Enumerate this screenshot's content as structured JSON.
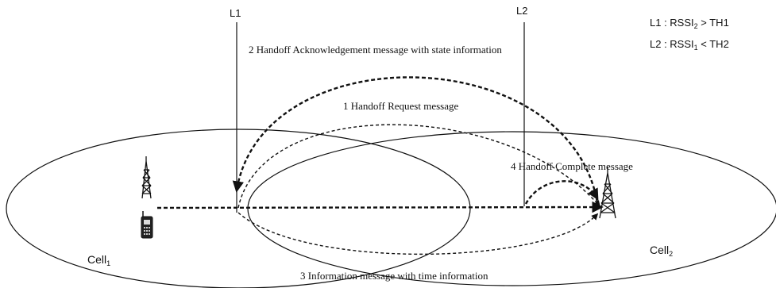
{
  "lines": {
    "l1_label": "L1",
    "l2_label": "L2"
  },
  "legend": {
    "l1": {
      "prefix": "L1 : RSSI",
      "sub": "2",
      "suffix": " > TH1"
    },
    "l2": {
      "prefix": "L2 : RSSI",
      "sub": "1",
      "suffix": " < TH2"
    }
  },
  "cells": {
    "cell1": {
      "name": "Cell",
      "sub": "1"
    },
    "cell2": {
      "name": "Cell",
      "sub": "2"
    }
  },
  "messages": {
    "msg1": "1 Handoff Request message",
    "msg2": "2 Handoff Acknowledgement message with state information",
    "msg3": "3 Information message with time information",
    "msg4": "4 Handoff Complete message"
  }
}
